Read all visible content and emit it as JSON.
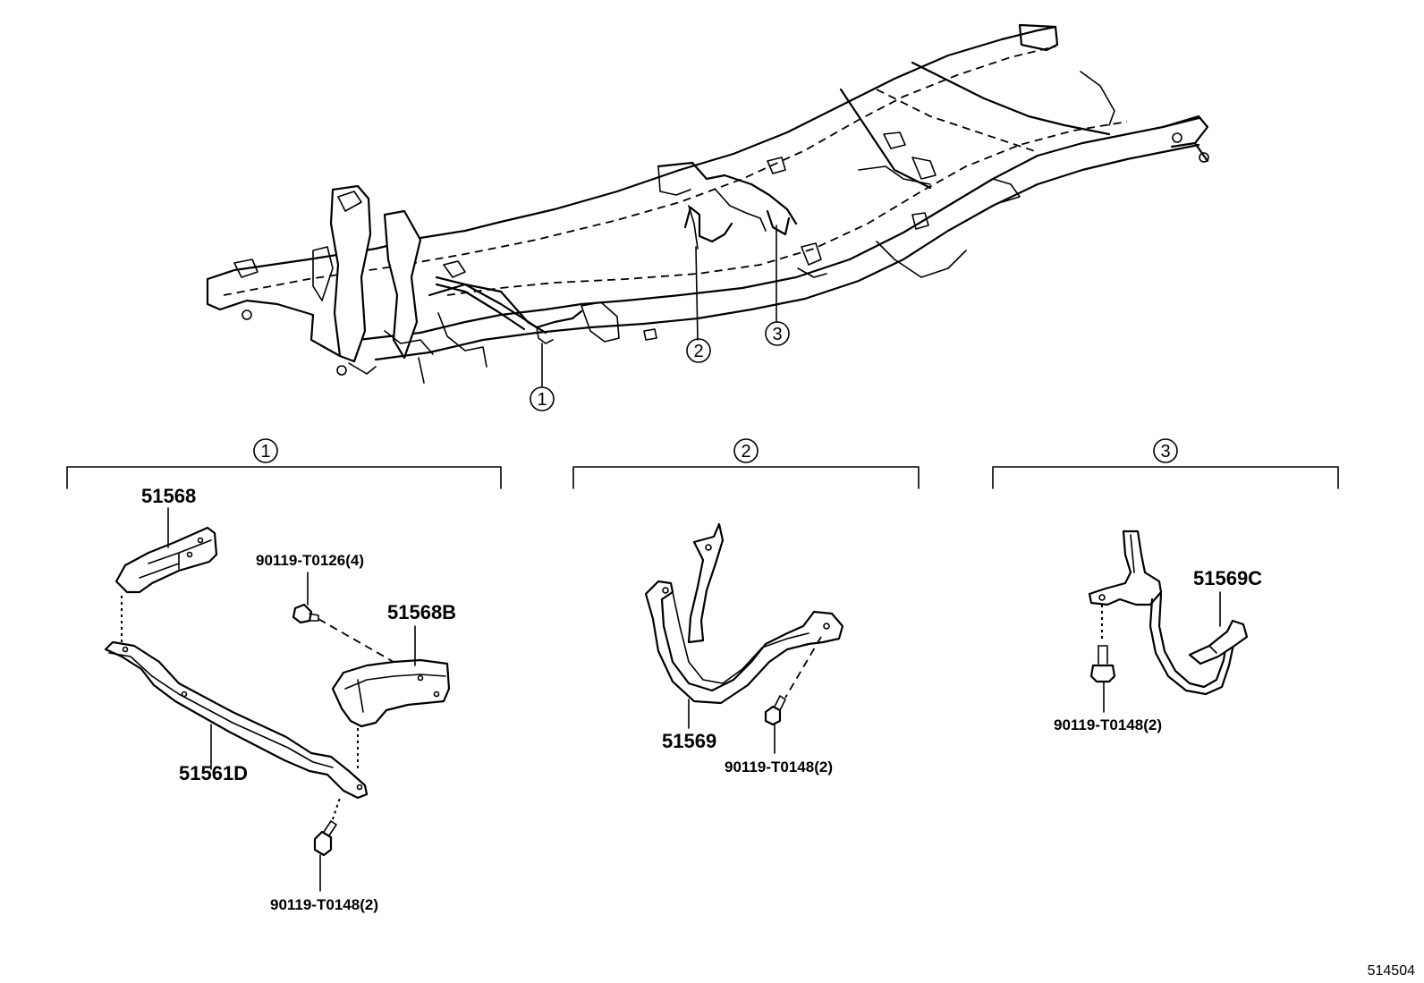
{
  "diagram_id": "514504",
  "callouts": [
    {
      "num": "1"
    },
    {
      "num": "2"
    },
    {
      "num": "3"
    }
  ],
  "groups": [
    {
      "num": "1",
      "parts": [
        {
          "part": "51568"
        },
        {
          "part": "51568B"
        },
        {
          "part": "51561D"
        }
      ],
      "fasteners": [
        {
          "part": "90119-T0126(4)"
        },
        {
          "part": "90119-T0148(2)"
        }
      ]
    },
    {
      "num": "2",
      "parts": [
        {
          "part": "51569"
        }
      ],
      "fasteners": [
        {
          "part": "90119-T0148(2)"
        }
      ]
    },
    {
      "num": "3",
      "parts": [
        {
          "part": "51569C"
        }
      ],
      "fasteners": [
        {
          "part": "90119-T0148(2)"
        }
      ]
    }
  ]
}
